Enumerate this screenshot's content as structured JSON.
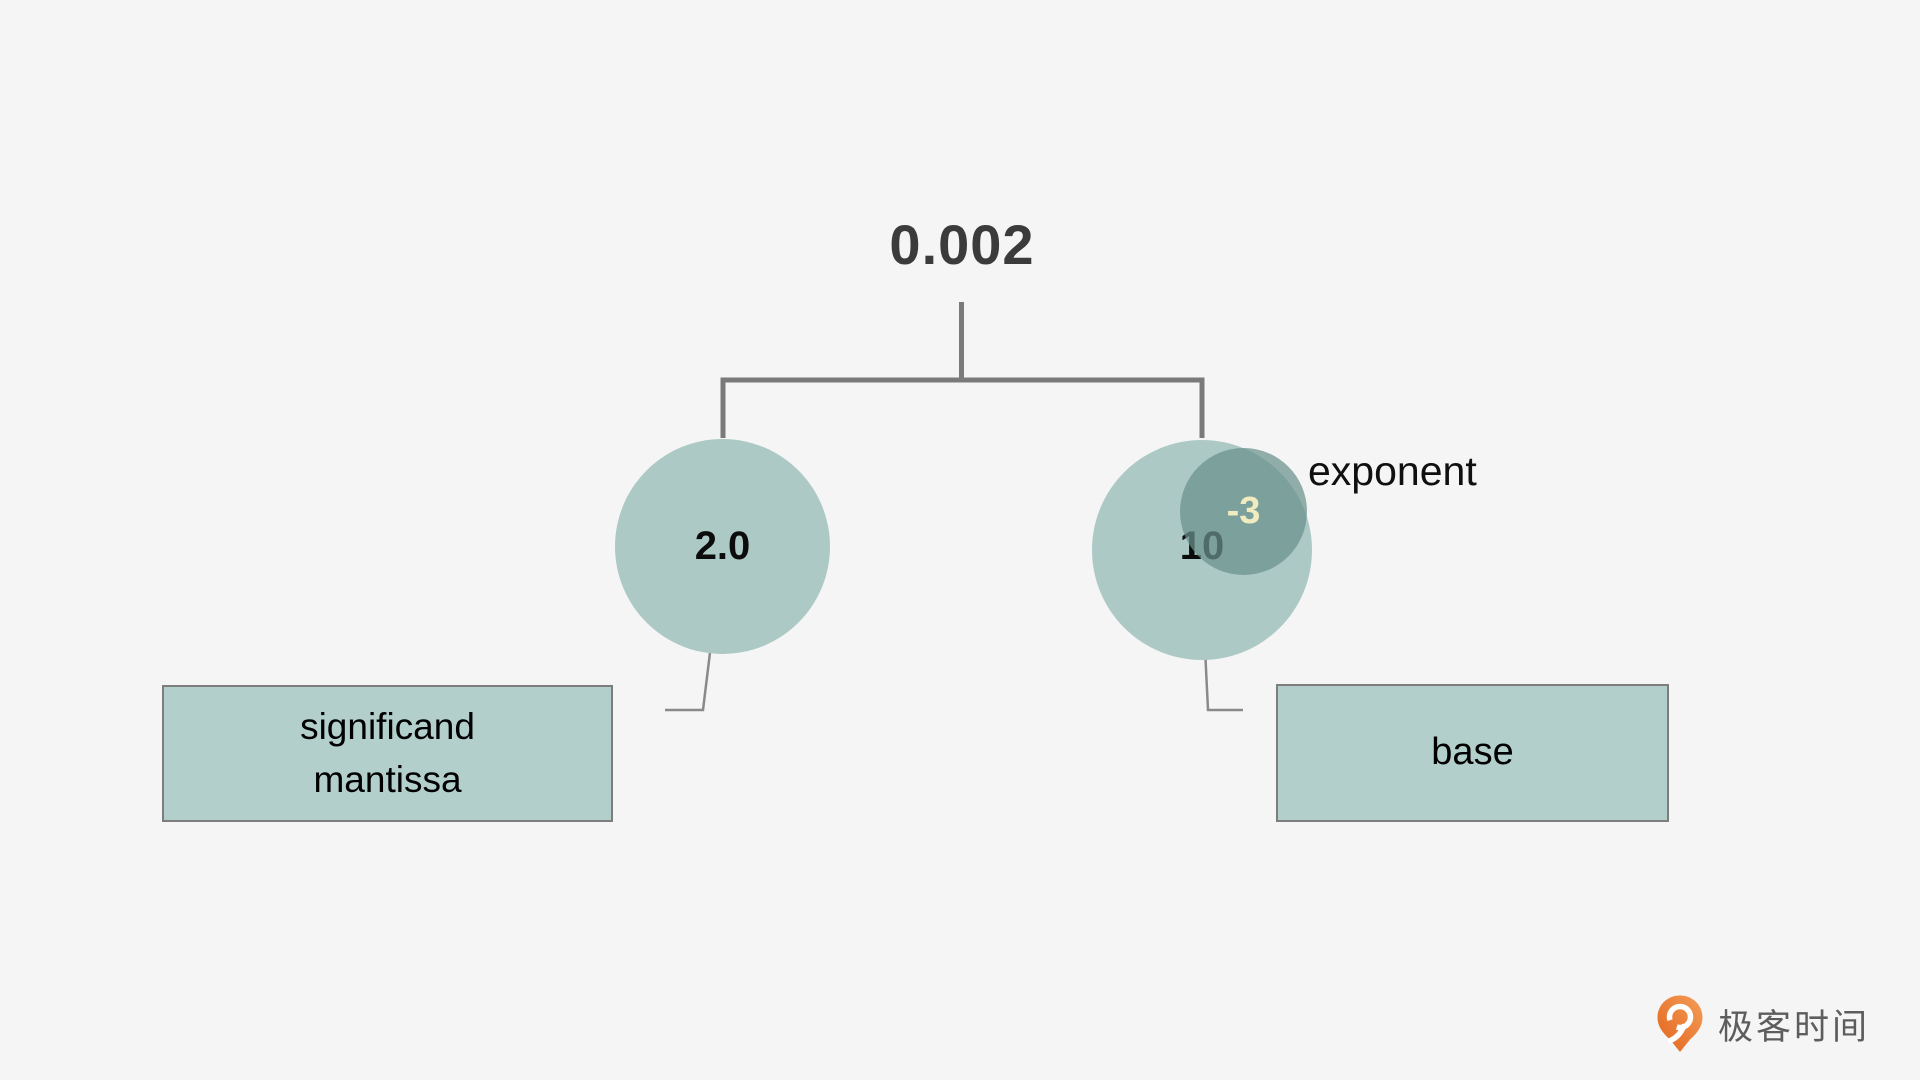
{
  "slide": {
    "root_value": "0.002",
    "left": {
      "circle_value": "2.0",
      "box_lines": [
        "significand",
        "mantissa"
      ]
    },
    "right": {
      "circle_value": "10",
      "exponent_value": "-3",
      "exponent_label": "exponent",
      "box_label": "base"
    }
  },
  "branding": {
    "logo_text": "极客时间"
  },
  "colors": {
    "background": "#f4f5f4",
    "circle-fill": "#adc9c6",
    "exponent-circle-fill": "rgba(106,145,140,0.72)",
    "box-fill": "#b2cfcc",
    "box-border": "#7d7d7d",
    "connector": "#7a7a7a",
    "leader": "#8a8a8a",
    "title-text": "#3b3b3b",
    "exponent-value-text": "#f1ecc0",
    "logo-orange-dark": "#e2641c",
    "logo-orange-light": "#f59d58",
    "logo-text-color": "#5d5d5d"
  }
}
